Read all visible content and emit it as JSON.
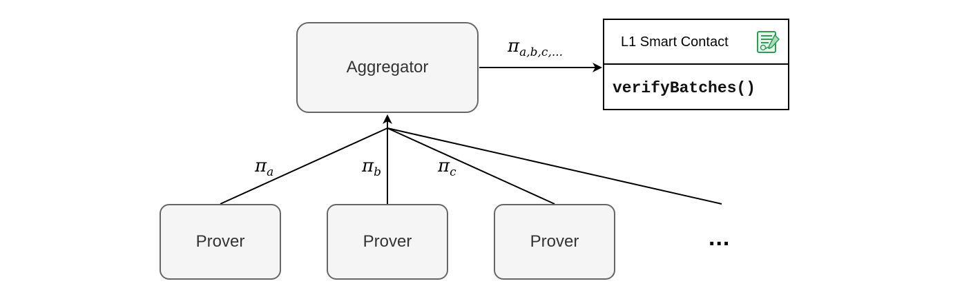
{
  "diagram": {
    "aggregator": {
      "label": "Aggregator"
    },
    "provers": [
      {
        "label": "Prover"
      },
      {
        "label": "Prover"
      },
      {
        "label": "Prover"
      }
    ],
    "more_provers": "...",
    "contract": {
      "title": "L1 Smart Contact",
      "method": "verifyBatches()",
      "icon": "signed-certificate-icon"
    },
    "edge_labels": {
      "aggregate_proof": {
        "symbol": "π",
        "subscript": "a,b,c,..."
      },
      "proof_a": {
        "symbol": "π",
        "subscript": "a"
      },
      "proof_b": {
        "symbol": "π",
        "subscript": "b"
      },
      "proof_c": {
        "symbol": "π",
        "subscript": "c"
      }
    },
    "colors": {
      "box_fill": "#f5f5f5",
      "box_stroke": "#666666",
      "edge": "#000000",
      "icon_green": "#2e9b57"
    }
  }
}
